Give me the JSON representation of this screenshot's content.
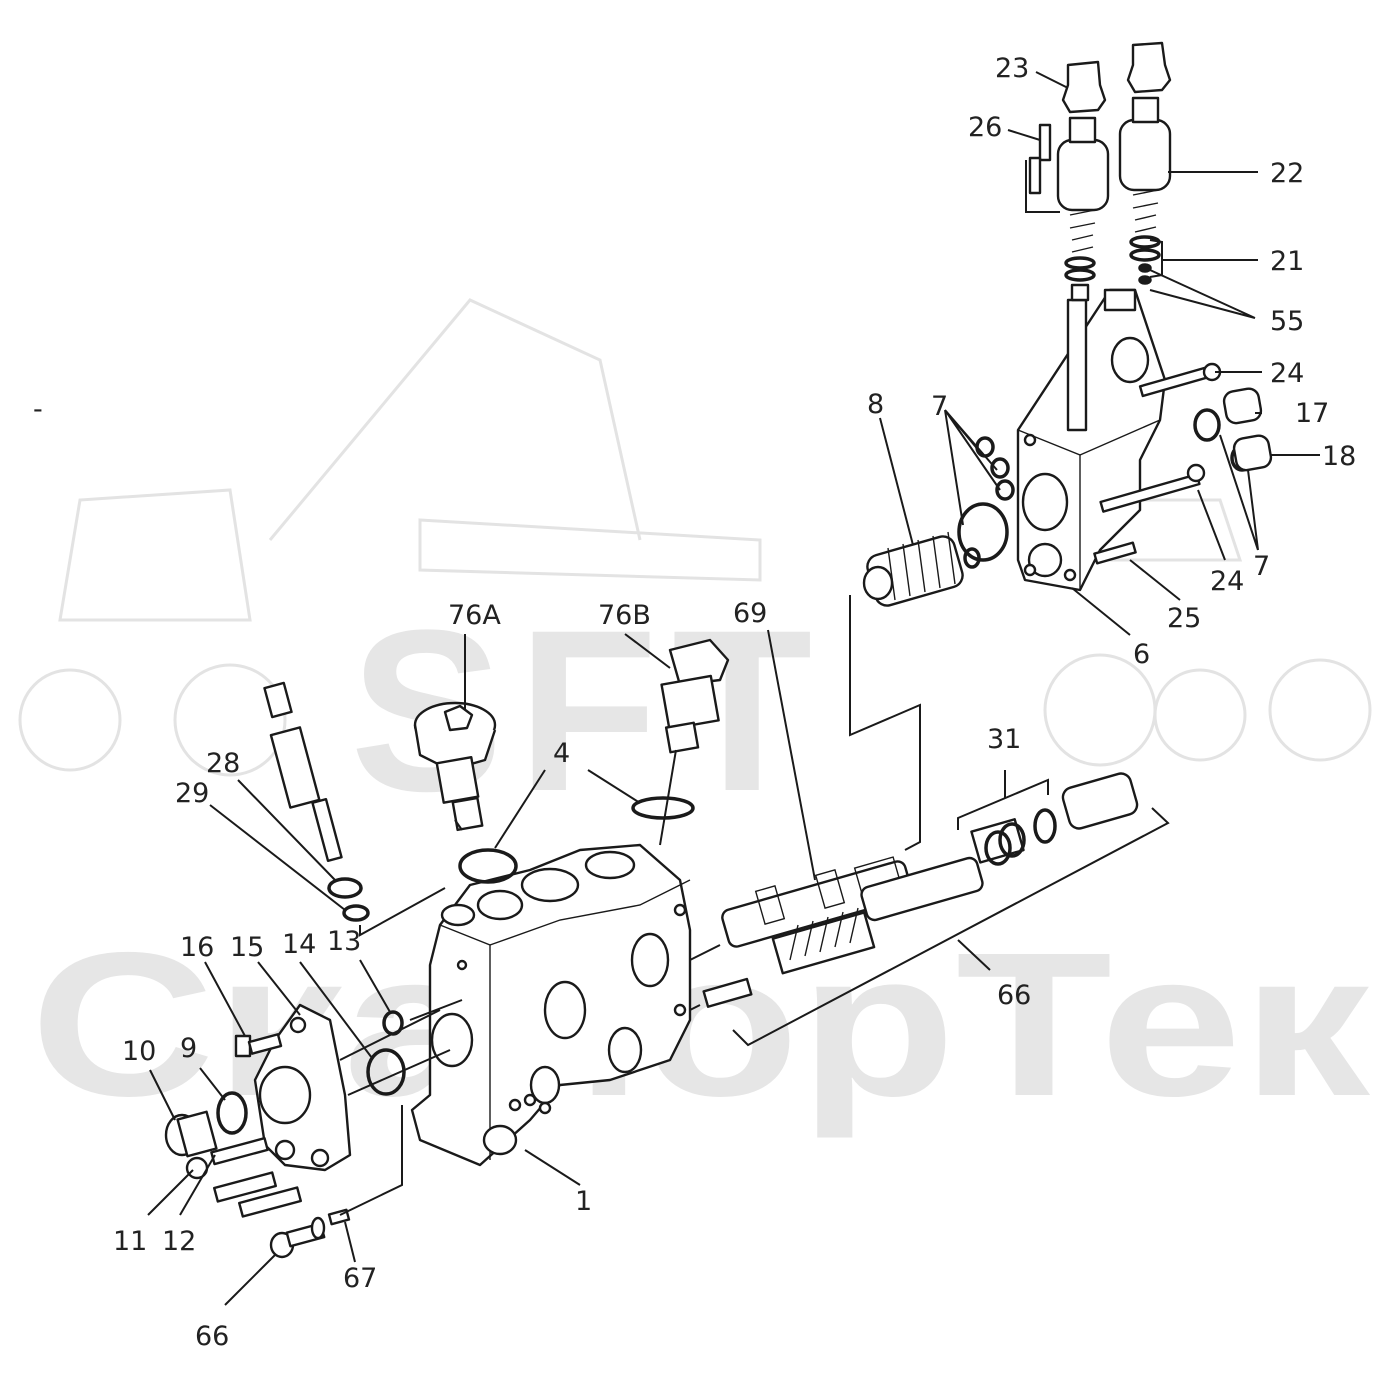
{
  "watermark": {
    "logo_text": "SFT",
    "brand_text": "СкайорТек"
  },
  "stray_mark": "-",
  "callouts": {
    "c1": "1",
    "c4": "4",
    "c6": "6",
    "c7a": "7",
    "c7b": "7",
    "c8": "8",
    "c9": "9",
    "c10": "10",
    "c11": "11",
    "c12": "12",
    "c13": "13",
    "c14": "14",
    "c15": "15",
    "c16": "16",
    "c17": "17",
    "c18": "18",
    "c21": "21",
    "c22": "22",
    "c23": "23",
    "c24a": "24",
    "c24b": "24",
    "c25": "25",
    "c26": "26",
    "c28": "28",
    "c29": "29",
    "c31": "31",
    "c55": "55",
    "c66a": "66",
    "c66b": "66",
    "c67": "67",
    "c69": "69",
    "c76a": "76A",
    "c76b": "76B"
  },
  "colors": {
    "ink": "#1a1a1a",
    "watermark": "#e6e6e6",
    "background": "#ffffff"
  }
}
